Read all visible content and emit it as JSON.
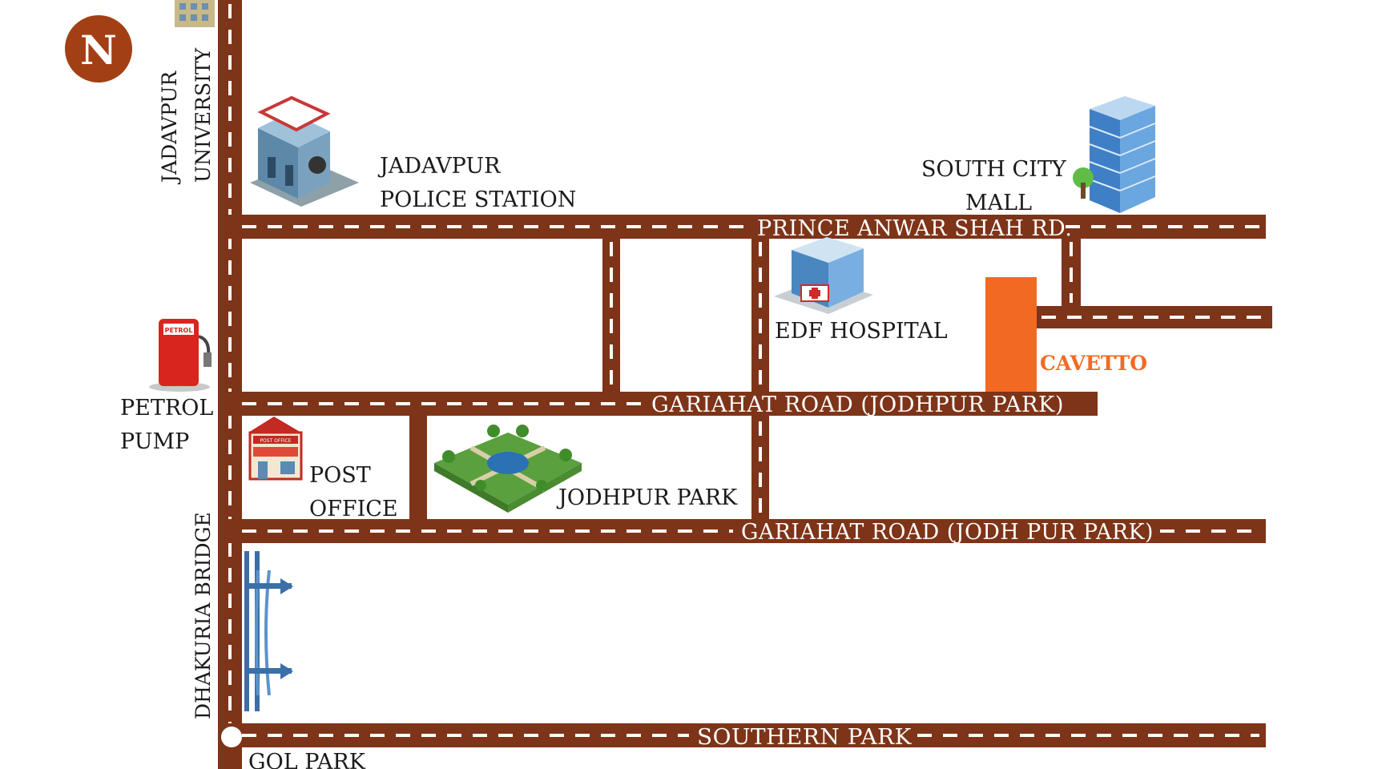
{
  "compass": {
    "letter": "N",
    "color": "#a23f14"
  },
  "colors": {
    "road": "#7e3418",
    "destination": "#f26a21",
    "text": "#1a1a1a"
  },
  "roads": {
    "prince_anwar_shah": "PRINCE ANWAR SHAH RD.",
    "gariahat_upper": "GARIAHAT ROAD (JODHPUR PARK)",
    "gariahat_lower": "GARIAHAT ROAD (JODH PUR PARK)",
    "southern_park": "SOUTHERN PARK"
  },
  "places": {
    "jadavpur_university": [
      "JADAVPUR",
      "UNIVERSITY"
    ],
    "police_station": [
      "JADAVPUR",
      "POLICE STATION"
    ],
    "south_city_mall": [
      "SOUTH CITY",
      "MALL"
    ],
    "edf_hospital": "EDF HOSPITAL",
    "petrol_pump": [
      "PETROL",
      "PUMP"
    ],
    "post_office": [
      "POST",
      "OFFICE"
    ],
    "jodhpur_park": "JODHPUR PARK",
    "dhakuria_bridge": "DHAKURIA BRIDGE",
    "gol_park": "GOL PARK"
  },
  "destination": {
    "label": "CAVETTO"
  },
  "icons": {
    "police_station": "police-station-icon",
    "mall": "mall-building-icon",
    "hospital": "hospital-icon",
    "petrol": "petrol-pump-icon",
    "post_office": "post-office-icon",
    "park": "park-icon",
    "bridge": "bridge-icon",
    "university": "university-icon"
  },
  "icon_text": {
    "petrol": "PETROL",
    "post_office": "POST OFFICE"
  }
}
